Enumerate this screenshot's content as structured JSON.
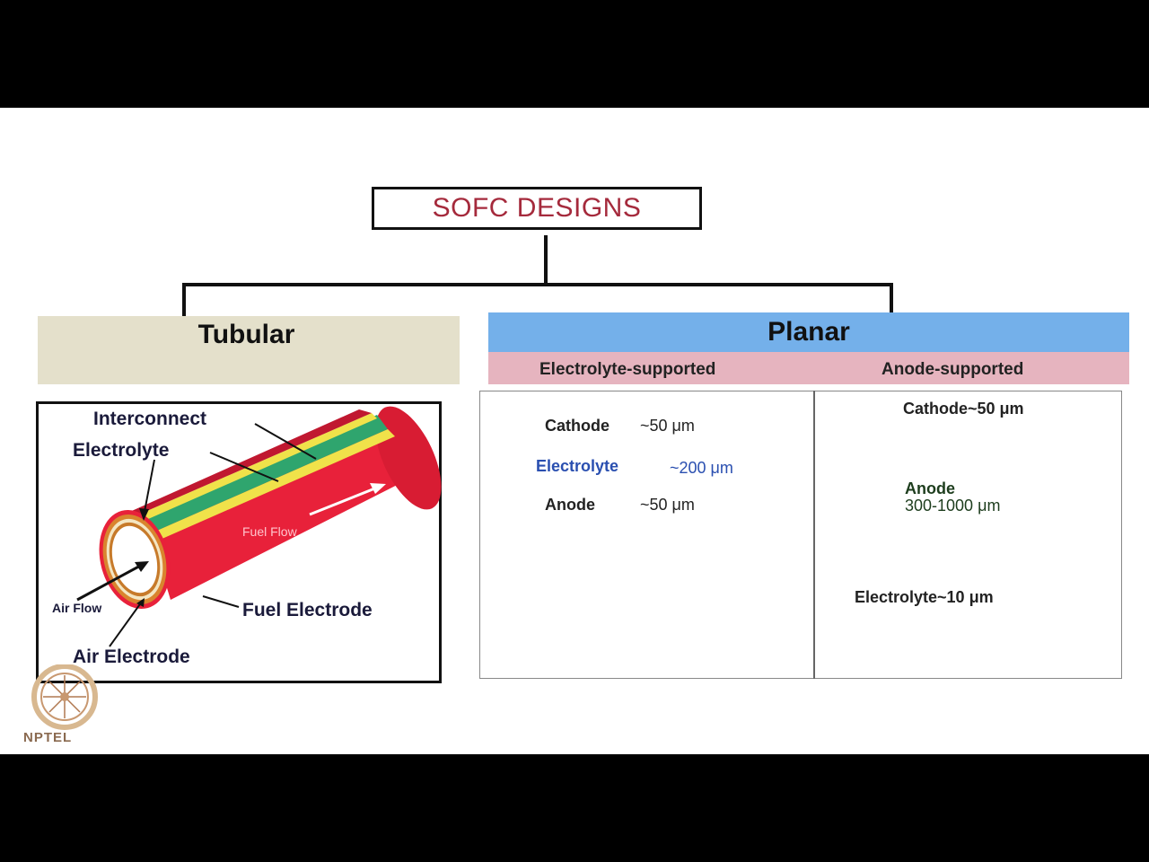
{
  "title": "SOFC DESIGNS",
  "tubular": {
    "header": "Tubular",
    "labels": {
      "interconnect": "Interconnect",
      "electrolyte": "Electrolyte",
      "fuel_flow": "Fuel Flow",
      "air_flow": "Air Flow",
      "fuel_electrode": "Fuel Electrode",
      "air_electrode": "Air Electrode"
    }
  },
  "planar": {
    "header": "Planar",
    "electrolyte_supported": {
      "label": "Electrolyte-supported",
      "cathode": "Cathode",
      "cathode_thickness": "~50 μm",
      "electrolyte": "Electrolyte",
      "electrolyte_thickness": "~200 μm",
      "anode": "Anode",
      "anode_thickness": "~50 μm"
    },
    "anode_supported": {
      "label": "Anode-supported",
      "cathode": "Cathode~50 μm",
      "anode": "Anode",
      "anode_thickness": "300-1000 μm",
      "electrolyte": "Electrolyte~10 μm"
    }
  },
  "logo": {
    "text": "NPTEL"
  },
  "colors": {
    "title": "#a52a3c",
    "tubular_header": "#e4e0cb",
    "planar_header": "#74b0ea",
    "planar_sub": "#e6b4bf",
    "tube_red": "#e8213a",
    "interconnect_green": "#2fa56e",
    "electrolyte_yellow": "#f0e24a",
    "anode_green": "#8dc15a",
    "cathode_red": "#c8604c",
    "electrolyte_blue": "#a8d0f0"
  }
}
